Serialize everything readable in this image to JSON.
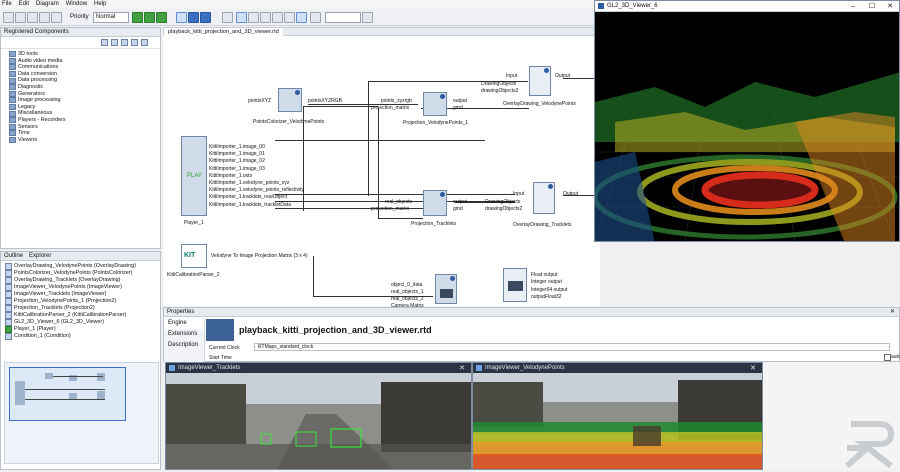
{
  "menu": [
    "File",
    "Edit",
    "Diagram",
    "Window",
    "Help"
  ],
  "toolbar": {
    "priority_label": "Priority",
    "priority_value": "Normal"
  },
  "registered": {
    "title": "Registered Components",
    "items": [
      "3D tools",
      "Audio video media",
      "Communications",
      "Data conversion",
      "Data processing",
      "Diagnostic",
      "Generators",
      "Image processing",
      "Legacy",
      "Miscellaneous",
      "Players - Recorders",
      "Sensors",
      "Time",
      "Viewers"
    ]
  },
  "outline": {
    "tab1": "Outline",
    "tab2": "Explorer",
    "items": [
      "OverlayDrawing_VelodynePoints (OverlayDrawing)",
      "PointsColorizer_VelodynePoints (PointsColorizer)",
      "OverlayDrawing_Tracklets (OverlayDrawing)",
      "ImageViewer_VelodynePoints (ImageViewer)",
      "ImageViewer_Tracklets (ImageViewer)",
      "Projection_VelodynePoints_1 (Projection2)",
      "Projection_Tracklets (Projection2)",
      "KittiCalibrationParser_2 (KittiCalibrationParser)",
      "GL2_3D_Viewer_6 (GL2_3D_Viewer)",
      "Player_1 (Player)",
      "Condition_1 (Condition)"
    ]
  },
  "diagram": {
    "tab": "playback_kitti_projection_and_3D_viewer.rtd",
    "player": {
      "name": "Player_1",
      "play": "PLAY"
    },
    "player_outputs": [
      "KittiImporter_1.image_00",
      "KittiImporter_1.image_01",
      "KittiImporter_1.image_02",
      "KittiImporter_1.image_03",
      "KittiImporter_1.oxts",
      "KittiImporter_1.velodyne_points_xyz",
      "KittiImporter_1.velodyne_points_reflectivity",
      "KittiImporter_1.tracklets_realObject",
      "KittiImporter_1.tracklets_trackletData"
    ],
    "kitti": {
      "name": "KittiCalibrationParser_2",
      "logo": "KIT",
      "output": "Velodyne To Image Projection Matrix (3 x 4)"
    },
    "colorizer": {
      "name": "PointsColorizer_VelodynePoints",
      "in": "pointsXYZ",
      "out": "pointsXYZRGB"
    },
    "proj_vp": {
      "name": "Projection_VelodynePoints_1",
      "in1": "points_xyzrgb",
      "in2": "projection_matrix",
      "out1": "output",
      "out2": "gmd"
    },
    "proj_tr": {
      "name": "Projection_Tracklets",
      "in1": "real_objects",
      "in2": "projection_matrix",
      "out1": "output",
      "out2": "gmd"
    },
    "ovl_vp": {
      "name": "OverlayDrawing_VelodynePoints",
      "in1": "Input",
      "in2": "DrawingObjects",
      "in3": "drawingObjects2",
      "out": "Output"
    },
    "ovl_tr": {
      "name": "OverlayDrawing_Tracklets",
      "in1": "Input",
      "in2": "DrawingObjects",
      "in3": "drawingObjects2",
      "out": "Output"
    },
    "camera": {
      "name": "Camera Matrix",
      "in1": "object_0_data",
      "in2": "real_objects_1",
      "in3": "real_objects_2"
    },
    "float_block": {
      "outs": [
        "Float output",
        "Integer output",
        "Integer64 output",
        "outputFloat32"
      ]
    }
  },
  "properties": {
    "title": "Properties",
    "tabs": [
      "Engine",
      "Extensions",
      "Description"
    ],
    "heading": "playback_kitti_projection_and_3D_viewer.rtd",
    "row1_label": "Current Clock",
    "row1_value": "RTMaps_standard_clock",
    "row2_label": "Start Time",
    "auto_label": "auto"
  },
  "gl_viewer": {
    "title": "GL2_3D_Viewer_6"
  },
  "img_tracklets": {
    "title": "ImageViewer_Tracklets"
  },
  "img_velodyne": {
    "title": "ImageViewer_VelodynePoints"
  }
}
